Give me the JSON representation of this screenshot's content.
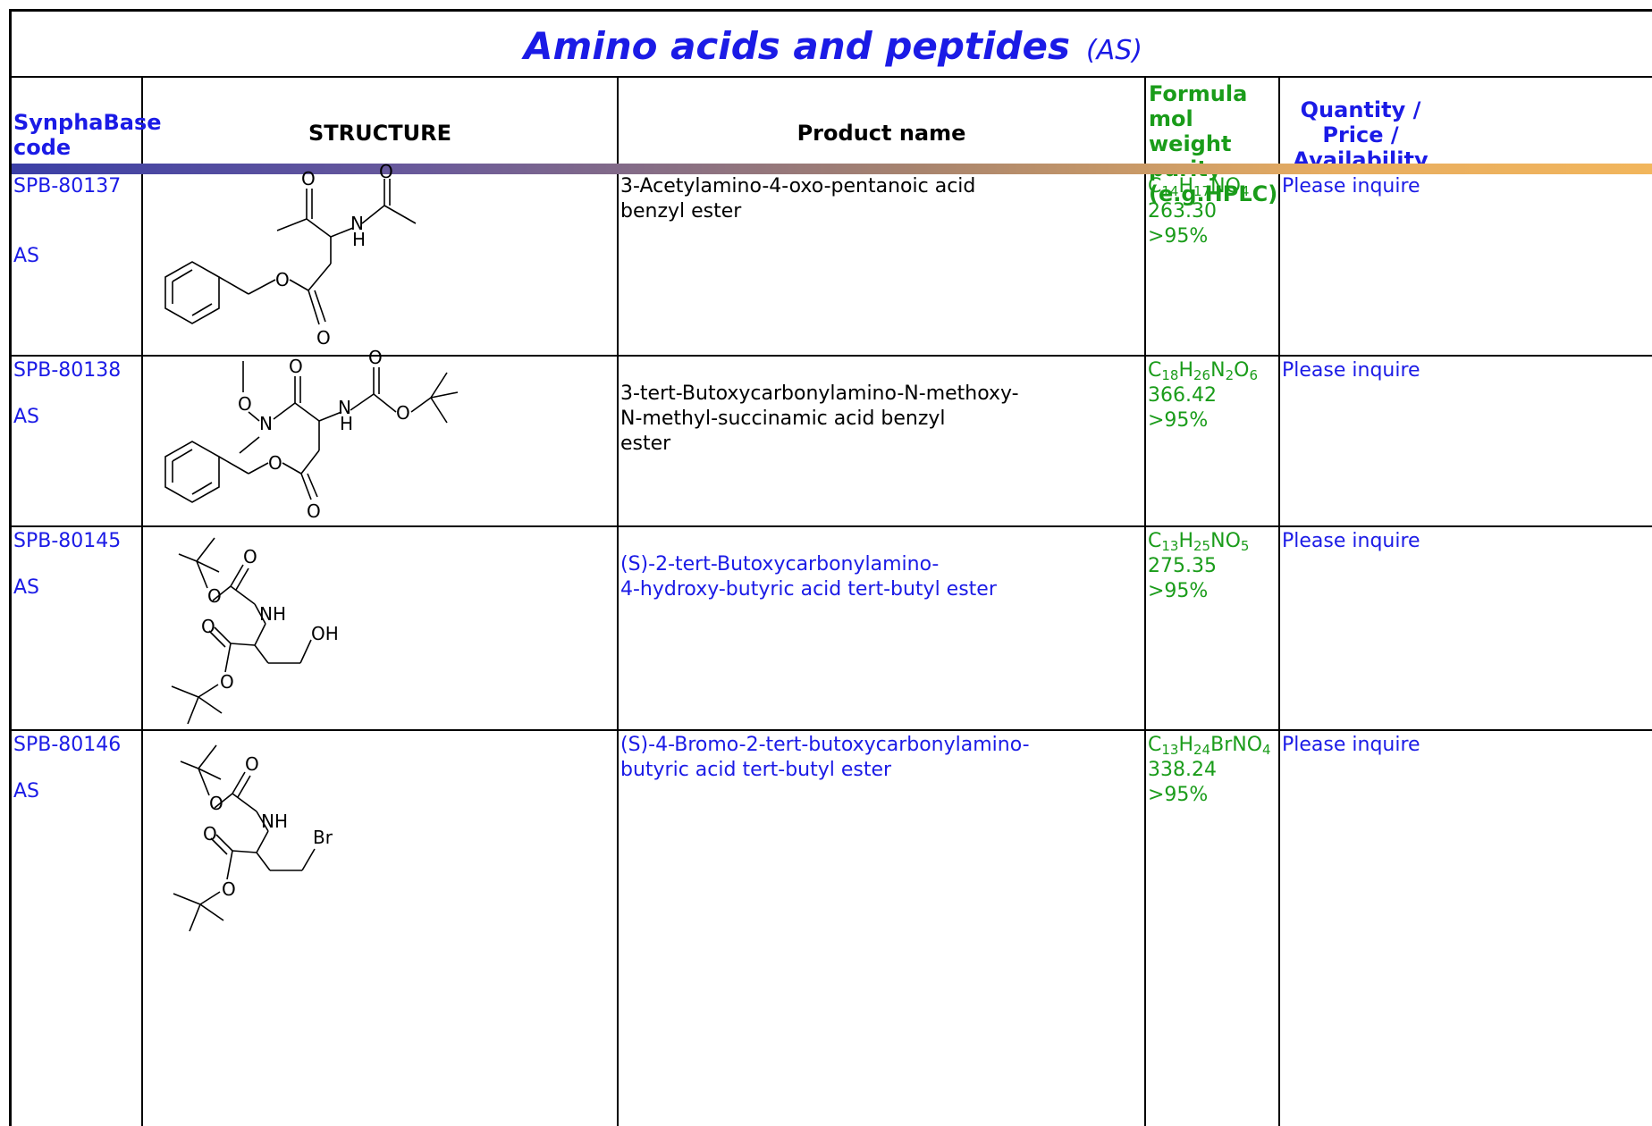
{
  "title": "Amino acids and peptides",
  "title_sub": "(AS)",
  "headers": {
    "code": "SynphaBase code",
    "structure": "STRUCTURE",
    "name": "Product name",
    "formula_lines": [
      "Formula",
      "mol weight",
      "purity",
      "(e.g.HPLC)"
    ],
    "qty_lines": [
      "Quantity /",
      "Price /",
      "Availability"
    ]
  },
  "rows": [
    {
      "code": "SPB-80137",
      "cls": "AS",
      "name_lines": [
        "3-Acetylamino-4-oxo-pentanoic acid",
        "benzyl ester"
      ],
      "formula": [
        [
          "C",
          ""
        ],
        [
          "14",
          "sub"
        ],
        [
          "H",
          ""
        ],
        [
          "17",
          "sub"
        ],
        [
          "NO",
          ""
        ],
        [
          "4",
          "sub"
        ]
      ],
      "mw": "263.30",
      "purity": ">95%",
      "availability": "Please inquire"
    },
    {
      "code": "SPB-80138",
      "cls": "AS",
      "name_lines": [
        "3-tert-Butoxycarbonylamino-N-methoxy-",
        "N-methyl-succinamic acid benzyl",
        "ester"
      ],
      "formula": [
        [
          "C",
          ""
        ],
        [
          "18",
          "sub"
        ],
        [
          "H",
          ""
        ],
        [
          "26",
          "sub"
        ],
        [
          "N",
          ""
        ],
        [
          "2",
          "sub"
        ],
        [
          "O",
          ""
        ],
        [
          "6",
          "sub"
        ]
      ],
      "mw": "366.42",
      "purity": ">95%",
      "availability": "Please inquire"
    },
    {
      "code": "SPB-80145",
      "cls": "AS",
      "name_lines": [
        "(S)-2-tert-Butoxycarbonylamino-",
        "4-hydroxy-butyric acid tert-butyl ester"
      ],
      "formula": [
        [
          "C",
          ""
        ],
        [
          "13",
          "sub"
        ],
        [
          "H",
          ""
        ],
        [
          "25",
          "sub"
        ],
        [
          "NO",
          ""
        ],
        [
          "5",
          "sub"
        ]
      ],
      "mw": "275.35",
      "purity": ">95%",
      "availability": "Please inquire"
    },
    {
      "code": "SPB-80146",
      "cls": "AS",
      "name_lines": [
        "(S)-4-Bromo-2-tert-butoxycarbonylamino-",
        "butyric acid tert-butyl ester"
      ],
      "formula": [
        [
          "C",
          ""
        ],
        [
          "13",
          "sub"
        ],
        [
          "H",
          ""
        ],
        [
          "24",
          "sub"
        ],
        [
          "BrNO",
          ""
        ],
        [
          "4",
          "sub"
        ]
      ],
      "mw": "338.24",
      "purity": ">95%",
      "availability": "Please inquire"
    }
  ],
  "atoms": {
    "O": "O",
    "N": "N",
    "H": "H",
    "NH": "NH",
    "OH": "OH",
    "Br": "Br"
  },
  "colors": {
    "blue": "#1b1be6",
    "green": "#1a9c1a"
  }
}
